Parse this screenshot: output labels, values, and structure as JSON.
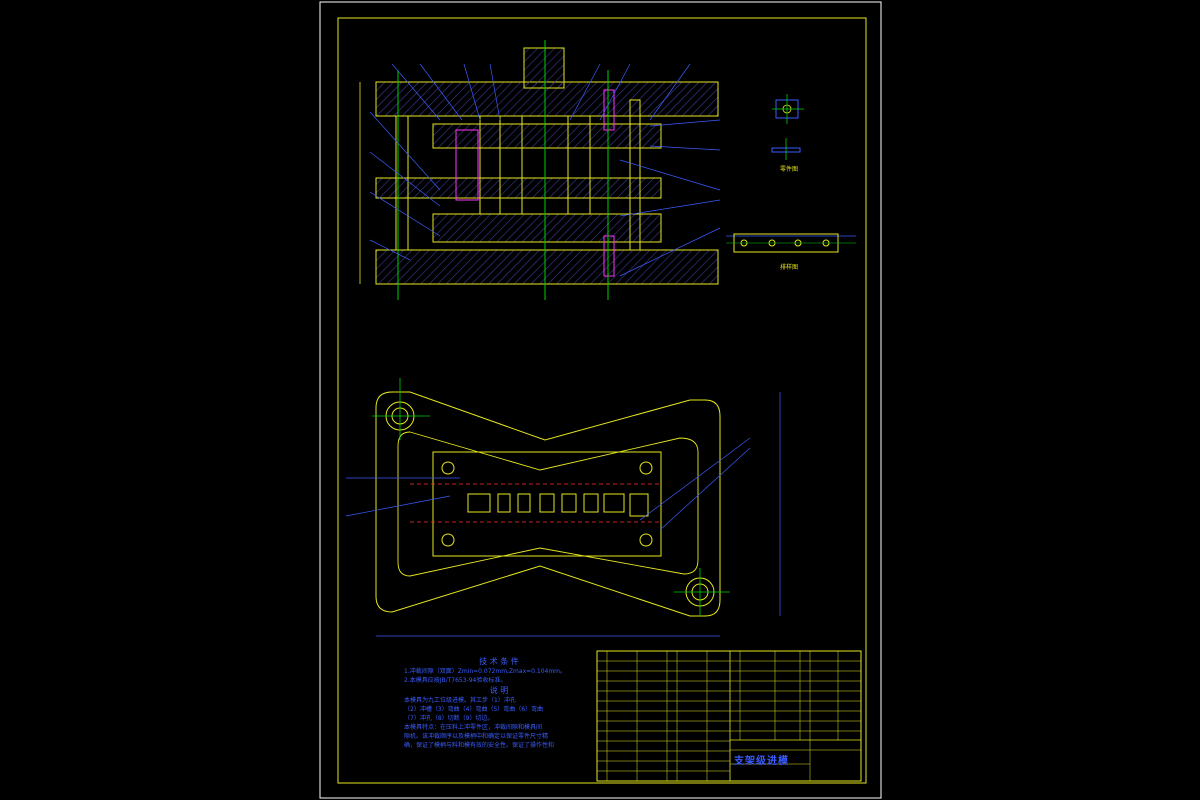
{
  "drawing": {
    "title_block_name": "支架级进模",
    "view_labels": {
      "part_view": "零件图",
      "strip_layout": "排样图"
    },
    "tech_requirements": {
      "heading": "技 术 条 件",
      "lines": [
        "1.冲裁间隙（双面）Zmin=0.072mm,Zmax=0.104mm。",
        "2.本模具应按JB/T7653-94验收标准。"
      ]
    },
    "explanation": {
      "heading": "说 明",
      "lines": [
        "本模具为九工位级进模。其工步（1）冲孔",
        "（2）冲槽（3）弯曲（4）弯曲（5）弯曲（6）弯曲",
        "（7）冲孔（8）切断（9）切边。",
        "本模具特点：在压料上冲零件区，冲裁间隙和模具间",
        "隙机。该冲裁顺序以及模柄中和确定以保证零件尺寸精",
        "确，保证了模柄与料和模有效的安全性。保证了操作性和"
      ]
    },
    "colors": {
      "frame": "#e6e61e",
      "section": "#3a5cff",
      "centerline": "#00d100",
      "punch": "#ff33ff",
      "strip": "#ff3030",
      "hatch": "#3c3c96"
    }
  }
}
